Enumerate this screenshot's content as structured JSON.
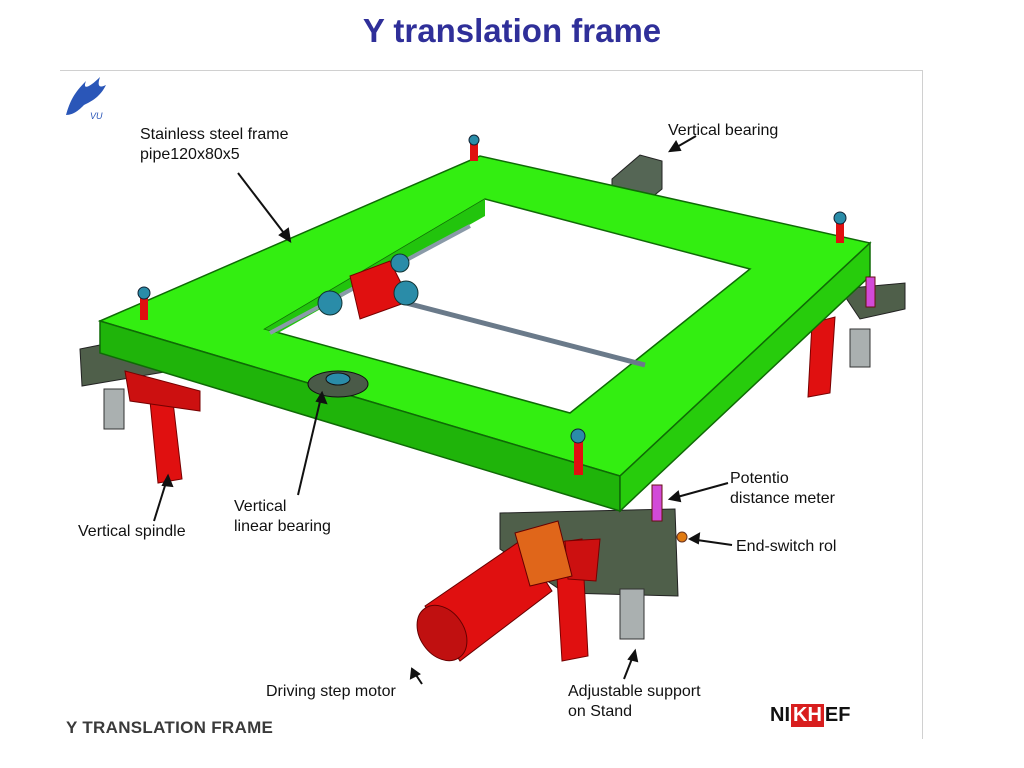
{
  "title": "Y translation frame",
  "figure": {
    "callouts": {
      "frame": [
        "Stainless steel frame",
        "pipe120x80x5"
      ],
      "vertical_bearing": "Vertical bearing",
      "vertical_spindle": "Vertical spindle",
      "linear_bearing": [
        "Vertical",
        "linear bearing"
      ],
      "potentio": [
        "Potentio",
        "distance meter"
      ],
      "end_switch": "End-switch rol",
      "motor": "Driving step motor",
      "support": [
        "Adjustable support",
        "on Stand"
      ]
    },
    "caption": "Y TRANSLATION FRAME",
    "logo": {
      "nikhef": [
        "NI",
        "KH",
        "EF"
      ],
      "vu": "VU"
    }
  },
  "colors": {
    "title": "#2f2f99",
    "frame_green": "#33ee11",
    "frame_green_dark": "#1fb40a",
    "plate": "#4f5f4a",
    "red_parts": "#e01010",
    "spindle_blue": "#2a8ca8"
  }
}
